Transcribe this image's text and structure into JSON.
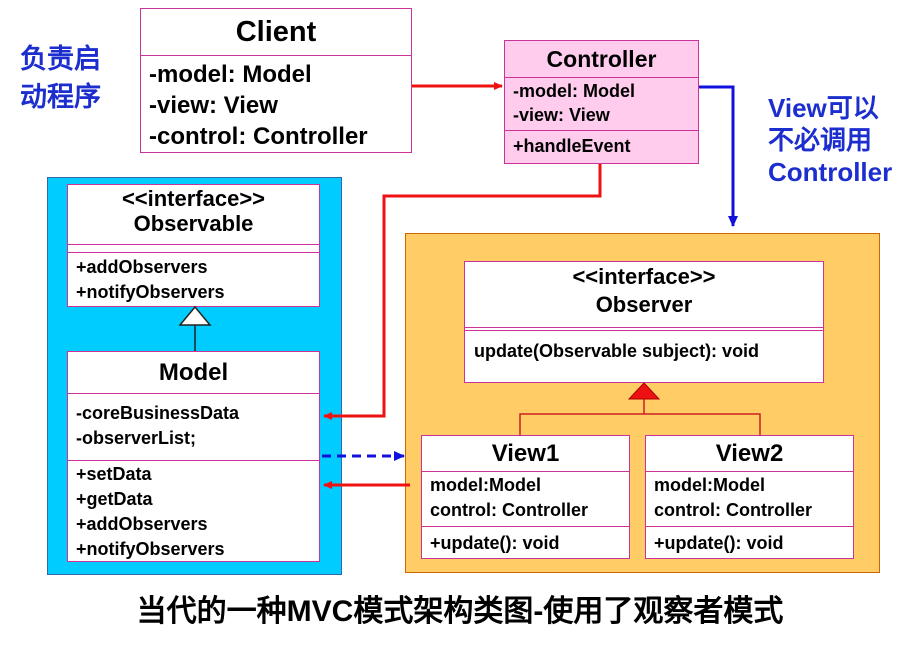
{
  "left_note": {
    "lines": [
      "负责启",
      "动程序"
    ],
    "color": "#1d2ecf"
  },
  "right_note": {
    "lines": [
      "View可以",
      "不必调用",
      "Controller"
    ],
    "color": "#1d2ecf"
  },
  "client": {
    "title": "Client",
    "attributes": [
      "-model: Model",
      "-view: View",
      "-control: Controller"
    ]
  },
  "controller": {
    "title": "Controller",
    "attributes": [
      "-model: Model",
      "-view: View"
    ],
    "methods": [
      "+handleEvent"
    ],
    "fill": "#ffccee"
  },
  "model_package": {
    "fill": "#00ccff"
  },
  "observable": {
    "stereotype": "<<interface>>",
    "title": "Observable",
    "methods": [
      "+addObservers",
      "+notifyObservers"
    ]
  },
  "model": {
    "title": "Model",
    "attributes": [
      "-coreBusinessData",
      "-observerList;"
    ],
    "methods": [
      "+setData",
      "+getData",
      "+addObservers",
      "+notifyObservers"
    ]
  },
  "view_package": {
    "fill": "#ffcc66"
  },
  "observer": {
    "stereotype": "<<interface>>",
    "title": "Observer",
    "methods": [
      "update(Observable subject): void"
    ]
  },
  "view1": {
    "title": "View1",
    "attributes": [
      "model:Model",
      "control: Controller"
    ],
    "methods": [
      "+update(): void"
    ]
  },
  "view2": {
    "title": "View2",
    "attributes": [
      "model:Model",
      "control: Controller"
    ],
    "methods": [
      "+update(): void"
    ]
  },
  "caption": "当代的一种MVC模式架构类图-使用了观察者模式",
  "colors": {
    "arrow_red": "#ee1111",
    "arrow_blue": "#1111dd",
    "box_border": "#cc3399"
  }
}
